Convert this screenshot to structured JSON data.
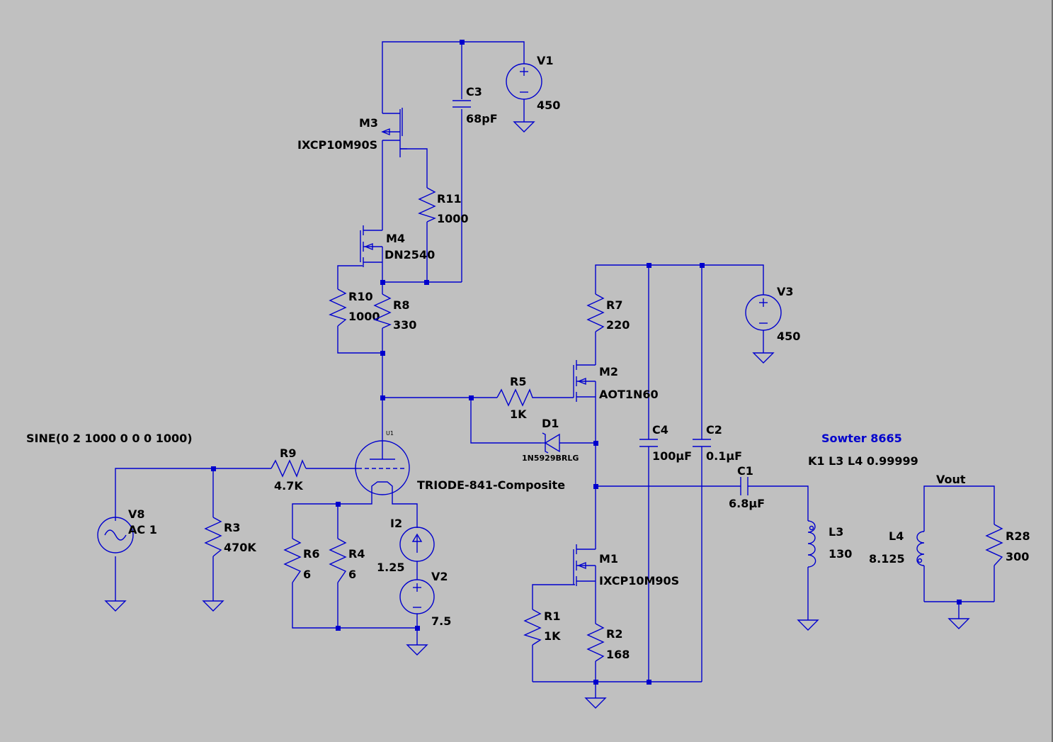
{
  "colors": {
    "background": "#c0c0c0",
    "wire": "#0000cd",
    "label": "#000000",
    "annotation": "#0000cd"
  },
  "labels": {
    "v1_name": "V1",
    "v1_value": "450",
    "c3_name": "C3",
    "c3_value": "68pF",
    "m3_name": "M3",
    "m3_model": "IXCP10M90S",
    "r11_name": "R11",
    "r11_value": "1000",
    "m4_name": "M4",
    "m4_model": "DN2540",
    "r10_name": "R10",
    "r10_value": "1000",
    "r8_name": "R8",
    "r8_value": "330",
    "r7_name": "R7",
    "r7_value": "220",
    "v3_name": "V3",
    "v3_value": "450",
    "m2_name": "M2",
    "m2_model": "AOT1N60",
    "r5_name": "R5",
    "r5_value": "1K",
    "d1_name": "D1",
    "d1_model": "1N5929BRLG",
    "c4_name": "C4",
    "c4_value": "100µF",
    "c2_name": "C2",
    "c2_value": "0.1µF",
    "c1_name": "C1",
    "c1_value": "6.8µF",
    "sine_spec": "SINE(0 2 1000 0 0 0 1000)",
    "r9_name": "R9",
    "r9_value": "4.7K",
    "u1_name": "U1",
    "u1_model": "TRIODE-841-Composite",
    "v8_name": "V8",
    "v8_value": "AC 1",
    "r3_name": "R3",
    "r3_value": "470K",
    "r6_name": "R6",
    "r6_value": "6",
    "r4_name": "R4",
    "r4_value": "6",
    "i2_name": "I2",
    "i2_value": "1.25",
    "v2_name": "V2",
    "v2_value": "7.5",
    "m1_name": "M1",
    "m1_model": "IXCP10M90S",
    "r1_name": "R1",
    "r1_value": "1K",
    "r2_name": "R2",
    "r2_value": "168",
    "l3_name": "L3",
    "l3_value": "130",
    "l4_name": "L4",
    "l4_value": "8.125",
    "r28_name": "R28",
    "r28_value": "300",
    "vout_label": "Vout",
    "transformer_title": "Sowter 8665",
    "coupling_directive": "K1 L3 L4 0.99999"
  }
}
